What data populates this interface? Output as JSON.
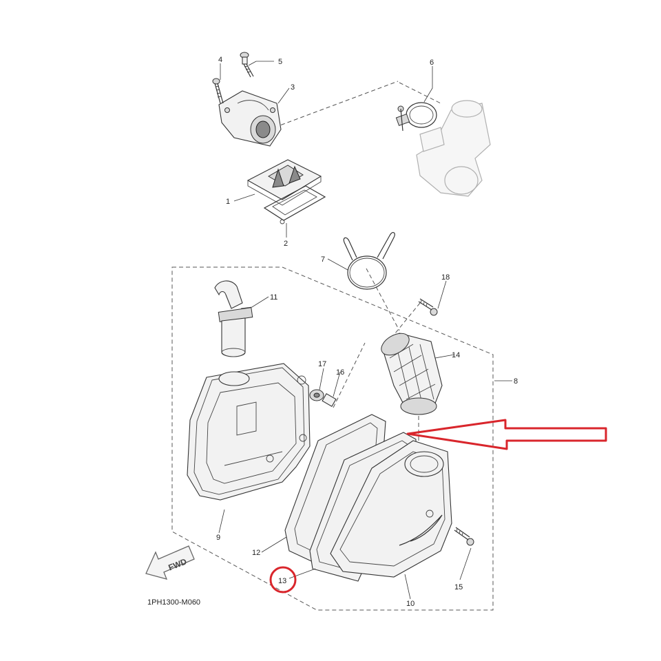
{
  "diagram": {
    "code": "1PH1300-M060",
    "fwd_label": "FWD",
    "highlight_color": "#d9262c",
    "callouts": {
      "c1": "1",
      "c2": "2",
      "c3": "3",
      "c4": "4",
      "c5": "5",
      "c6": "6",
      "c7": "7",
      "c8": "8",
      "c9": "9",
      "c10": "10",
      "c11": "11",
      "c12": "12",
      "c13": "13",
      "c14": "14",
      "c15": "15",
      "c16": "16",
      "c17": "17",
      "c18": "18"
    }
  }
}
